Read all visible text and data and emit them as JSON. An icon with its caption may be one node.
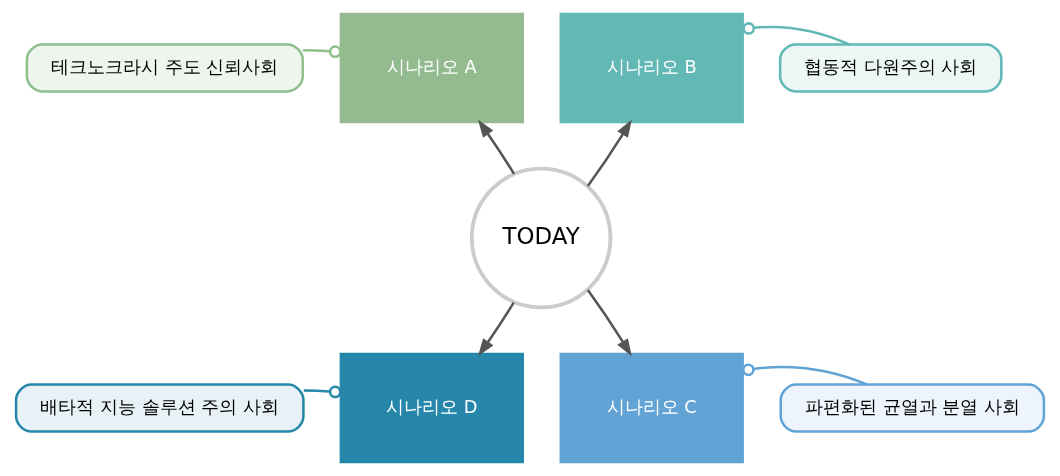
{
  "diagram": {
    "nodes": [
      {
        "text": [
          "테크노크라시 주도 신뢰사회"
        ]
      },
      {
        "text": [
          "시나리오 A"
        ]
      },
      {
        "text": [
          "시나리오 B"
        ]
      },
      {
        "text": [
          "협동적 다원주의 사회"
        ]
      },
      {
        "text": [
          "TODAY"
        ]
      },
      {
        "text": [
          "배타적 지능 솔루션 주의 사회"
        ]
      },
      {
        "text": [
          "시나리오 D"
        ]
      },
      {
        "text": [
          "시나리오 C"
        ]
      },
      {
        "text": [
          "파편화된 균열과 분열 사회"
        ]
      }
    ],
    "edges": [
      {
        "from": 4,
        "to": 1,
        "arrow": "to",
        "color": "#555555"
      },
      {
        "from": 4,
        "to": 2,
        "arrow": "to",
        "color": "#555555"
      },
      {
        "from": 4,
        "to": 6,
        "arrow": "to",
        "color": "#555555"
      },
      {
        "from": 4,
        "to": 7,
        "arrow": "to",
        "color": "#555555"
      },
      {
        "from": 0,
        "to": 1,
        "arrow": "other",
        "color": "#8fbf8a"
      },
      {
        "from": 3,
        "to": 2,
        "arrow": "other",
        "color": "#62b8b4"
      },
      {
        "from": 5,
        "to": 6,
        "arrow": "other",
        "color": "#2687ab"
      },
      {
        "from": 8,
        "to": 7,
        "arrow": "other",
        "color": "#62a3d6"
      }
    ]
  }
}
